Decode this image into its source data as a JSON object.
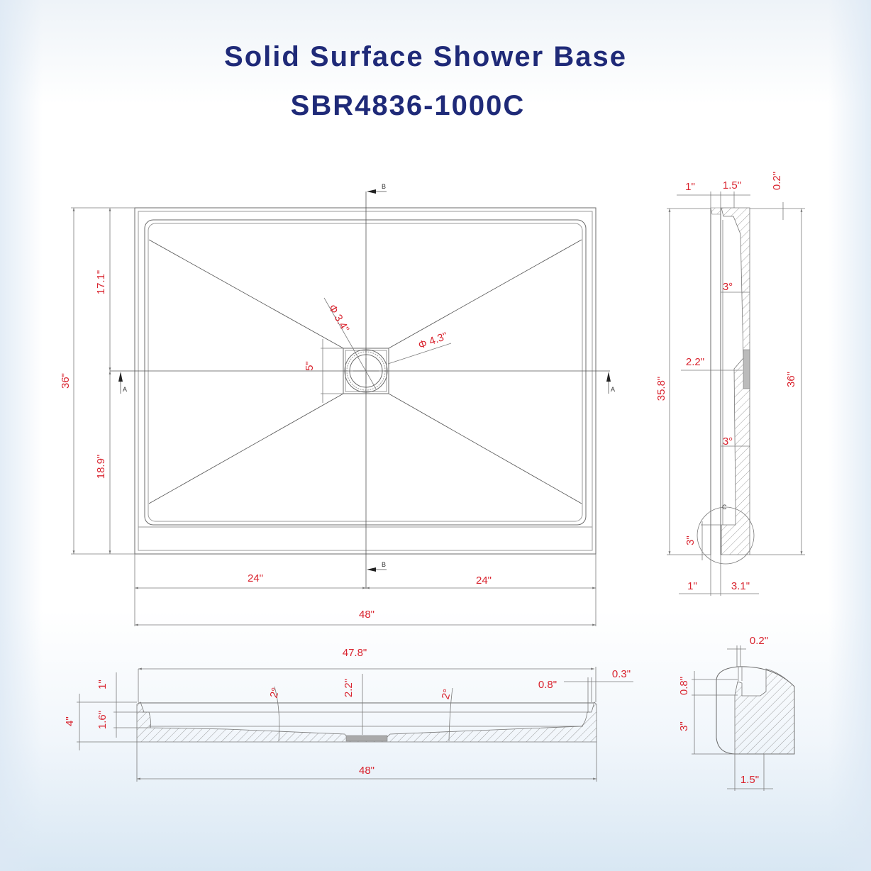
{
  "title": {
    "line1": "Solid Surface Shower Base",
    "line2": "SBR4836-1000C"
  },
  "colors": {
    "title": "#1f2a78",
    "dimension_text": "#d9232e",
    "line": "#6b6b6b",
    "background_tint": "#d8e7f3"
  },
  "top_view": {
    "section_markers": {
      "a": "A",
      "b": "B"
    },
    "dims": {
      "overall_height": "36\"",
      "upper_height": "17.1\"",
      "lower_height": "18.9\"",
      "drain_square": "5\"",
      "drain_inner_dia": "Φ 3.4\"",
      "drain_outer_dia": "Φ 4.3\"",
      "left_half_width": "24\"",
      "right_half_width": "24\"",
      "overall_width": "48\""
    }
  },
  "side_section_a": {
    "detail_label": "C",
    "dims": {
      "top_left": "1\"",
      "top_mid": "1.5\"",
      "top_right": "0.2\"",
      "inner_height": "35.8\"",
      "outer_height": "36\"",
      "slope_upper": "3°",
      "slope_lower": "3°",
      "drain_offset": "2.2\"",
      "curb_height": "3\"",
      "bottom_left": "1\"",
      "bottom_right": "3.1\""
    }
  },
  "front_section_b": {
    "dims": {
      "inner_length": "47.8\"",
      "overall_height": "4\"",
      "lip_height": "1\"",
      "step_height": "1.6\"",
      "slope_left": "2°",
      "slope_right": "2°",
      "drain_depth": "2.2\"",
      "right_lip": "0.8\"",
      "right_edge": "0.3\"",
      "overall_length": "48\""
    }
  },
  "detail_c": {
    "dims": {
      "top_width": "0.2\"",
      "lip_height": "0.8\"",
      "curb_height": "3\"",
      "curb_width": "1.5\""
    }
  }
}
